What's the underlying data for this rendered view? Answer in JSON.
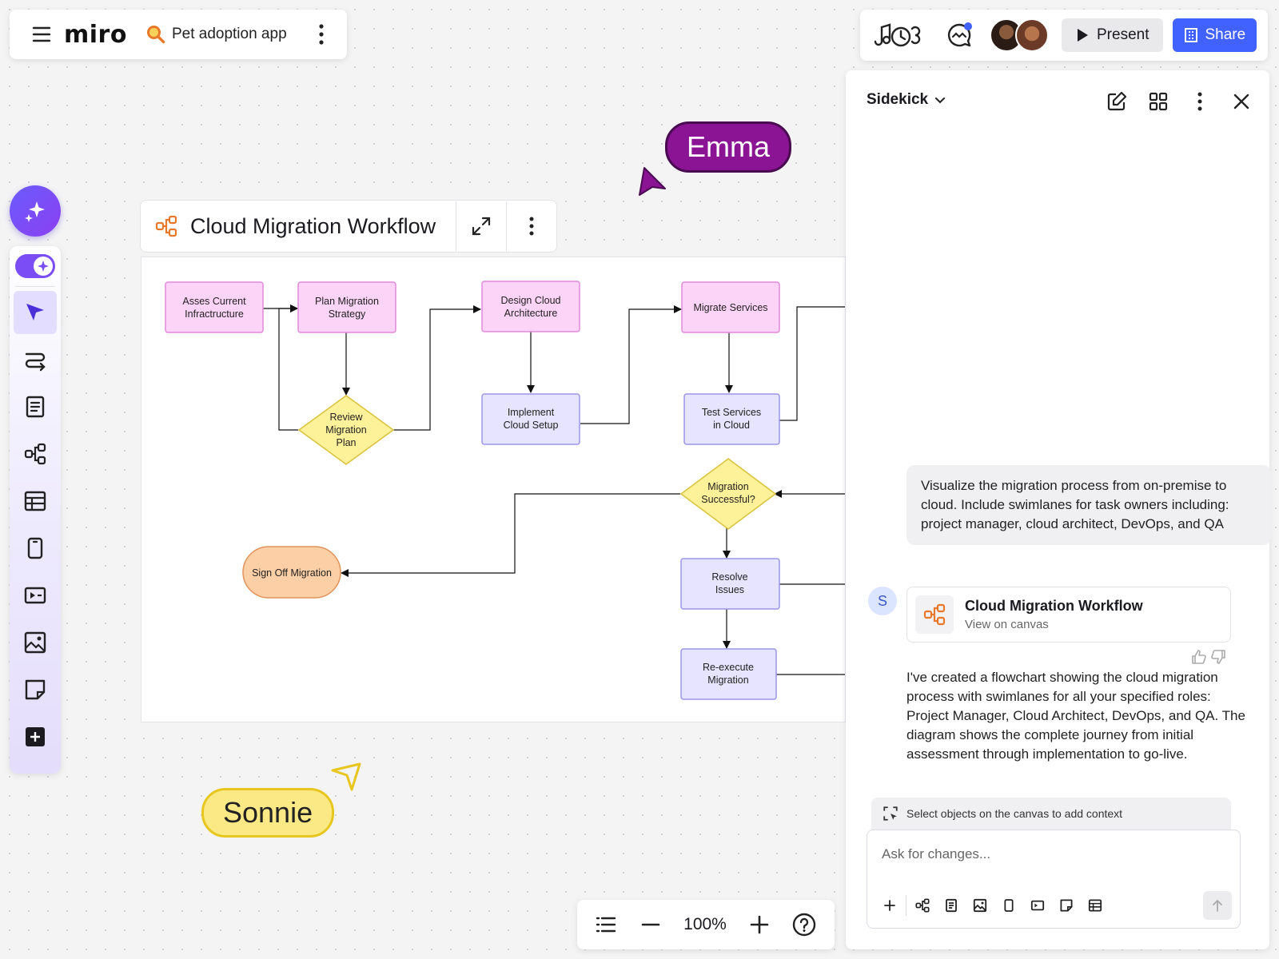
{
  "app": {
    "logo": "miro",
    "board_name": "Pet adoption app"
  },
  "topbar": {
    "present_label": "Present",
    "share_label": "Share"
  },
  "frame": {
    "title": "Cloud Migration Workflow"
  },
  "flowchart": {
    "nodes": {
      "assess": [
        "Asses Current",
        "Infractructure"
      ],
      "plan": [
        "Plan Migration",
        "Strategy"
      ],
      "review": [
        "Review",
        "Migration",
        "Plan"
      ],
      "design": [
        "Design Cloud",
        "Architecture"
      ],
      "implement": [
        "Implement",
        "Cloud Setup"
      ],
      "migrate": [
        "Migrate Services"
      ],
      "test": [
        "Test Services",
        "in Cloud"
      ],
      "success": [
        "Migration",
        "Successful?"
      ],
      "resolve": [
        "Resolve",
        "Issues"
      ],
      "reexecute": [
        "Re-execute",
        "Migration"
      ],
      "signoff": [
        "Sign Off Migration"
      ]
    }
  },
  "cursors": {
    "emma": "Emma",
    "sonnie": "Sonnie"
  },
  "zoom": {
    "level": "100%"
  },
  "sidekick": {
    "title": "Sidekick",
    "user_message": "Visualize the migration process from on-premise to cloud. Include swimlanes for task owners including: project manager, cloud architect, DevOps, and QA",
    "avatar_initial": "S",
    "result_card": {
      "title": "Cloud Migration Workflow",
      "subtitle": "View on canvas"
    },
    "ai_message": "I've created a flowchart showing the cloud migration process with swimlanes for all your specified roles: Project Manager, Cloud Architect, DevOps, and QA. The diagram shows the complete journey from initial assessment through implementation to go-live.",
    "context_hint": "Select objects on the canvas to add context",
    "input_placeholder": "Ask for changes..."
  },
  "colors": {
    "brand_blue": "#4262ff",
    "accent_purple": "#7a4df5",
    "emma": "#8a1493",
    "sonnie": "#fbe985",
    "orange_icon": "#e8782a"
  }
}
